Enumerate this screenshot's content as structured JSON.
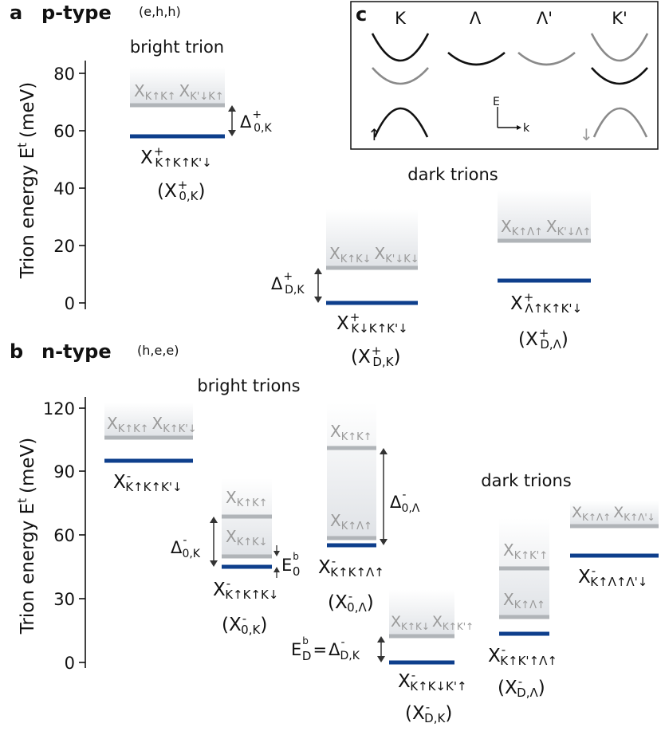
{
  "panel_a": {
    "letter": "a",
    "title": "p-type",
    "subtitle": "(e,h,h)",
    "ylabel": "Trion energy E",
    "ylabel_sup": "t",
    "ylabel_unit": "(meV)",
    "ticks": [
      "80",
      "60",
      "40",
      "20",
      "0"
    ],
    "header_bright": "bright trion",
    "header_dark": "dark trions",
    "levels": [
      {
        "gray_a": "X",
        "gray_a_sub": "K↑K↑",
        "gray_b": "X",
        "gray_b_sub": "K'↓K↑",
        "name": "X",
        "name_sup": "+",
        "name_sub": "K↑K↑K'↓",
        "alias": "(X",
        "alias_sup": "+",
        "alias_sub": "0,K",
        "alias_end": ")",
        "gap": "Δ",
        "gap_sup": "+",
        "gap_sub": "0,K"
      },
      {
        "gray_a": "X",
        "gray_a_sub": "K↑K↓",
        "gray_b": "X",
        "gray_b_sub": "K'↓K↓",
        "name": "X",
        "name_sup": "+",
        "name_sub": "K↓K↑K'↓",
        "alias": "(X",
        "alias_sup": "+",
        "alias_sub": "D,K",
        "alias_end": ")",
        "gap": "Δ",
        "gap_sup": "+",
        "gap_sub": "D,K"
      },
      {
        "gray_a": "X",
        "gray_a_sub": "K↑Λ↑",
        "gray_b": "X",
        "gray_b_sub": "K'↓Λ↑",
        "name": "X",
        "name_sup": "+",
        "name_sub": "Λ↑K↑K'↓",
        "alias": "(X",
        "alias_sup": "+",
        "alias_sub": "D,Λ",
        "alias_end": ")"
      }
    ]
  },
  "panel_b": {
    "letter": "b",
    "title": "n-type",
    "subtitle": "(h,e,e)",
    "ylabel": "Trion energy E",
    "ylabel_sup": "t",
    "ylabel_unit": "(meV)",
    "ticks": [
      "120",
      "90",
      "60",
      "30",
      "0"
    ],
    "header_bright": "bright trions",
    "header_dark": "dark trions",
    "c1": {
      "gray_a": "X",
      "gray_a_sub": "K↑K↑",
      "gray_b": "X",
      "gray_b_sub": "K↑K'↓",
      "name": "X",
      "name_sup": "-",
      "name_sub": "K↑K↑K'↓"
    },
    "c2": {
      "top": "X",
      "top_sub": "K↑K↑",
      "mid": "X",
      "mid_sub": "K↑K↓",
      "name": "X",
      "name_sup": "-",
      "name_sub": "K↑K↑K↓",
      "alias": "(X",
      "alias_sup": "-",
      "alias_sub": "0,K",
      "alias_end": ")",
      "gap": "Δ",
      "gap_sup": "-",
      "gap_sub": "0,K",
      "eb": "E",
      "eb_sup": "b",
      "eb_sub": "0"
    },
    "c3": {
      "top": "X",
      "top_sub": "K↑K↑",
      "mid": "X",
      "mid_sub": "K↑Λ↑",
      "name": "X",
      "name_sup": "-",
      "name_sub": "K↑K↑Λ↑",
      "alias": "(X",
      "alias_sup": "-",
      "alias_sub": "0,Λ",
      "alias_end": ")",
      "gap": "Δ",
      "gap_sup": "-",
      "gap_sub": "0,Λ"
    },
    "c4": {
      "gray_a": "X",
      "gray_a_sub": "K↑K↓",
      "gray_b": "X",
      "gray_b_sub": "K↑K'↑",
      "name": "X",
      "name_sup": "-",
      "name_sub": "K↑K↓K'↑",
      "alias": "(X",
      "alias_sup": "-",
      "alias_sub": "D,K",
      "alias_end": ")",
      "eq_left": "E",
      "eq_left_sup": "b",
      "eq_left_sub": "D",
      "eq": "=",
      "eq_right": "Δ",
      "eq_right_sup": "-",
      "eq_right_sub": "D,K"
    },
    "c5": {
      "top": "X",
      "top_sub": "K↑K'↑",
      "mid": "X",
      "mid_sub": "K↑Λ↑",
      "name": "X",
      "name_sup": "-",
      "name_sub": "K↑K'↑Λ↑",
      "alias": "(X",
      "alias_sup": "-",
      "alias_sub": "D,Λ",
      "alias_end": ")"
    },
    "c6": {
      "gray_a": "X",
      "gray_a_sub": "K↑Λ↑",
      "gray_b": "X",
      "gray_b_sub": "K↑Λ'↓",
      "name": "X",
      "name_sup": "-",
      "name_sub": "K↑Λ↑Λ'↓"
    }
  },
  "panel_c": {
    "letter": "c",
    "valleys": [
      "K",
      "Λ",
      "Λ'",
      "K'"
    ],
    "axis_e": "E",
    "axis_k": "k",
    "spin_up": "↑",
    "spin_down": "↓"
  },
  "colors": {
    "bright_level": "#0e3f8c",
    "gray_level": "#b0b4b8",
    "gray_text": "#9a9a9a",
    "black": "#111111"
  }
}
